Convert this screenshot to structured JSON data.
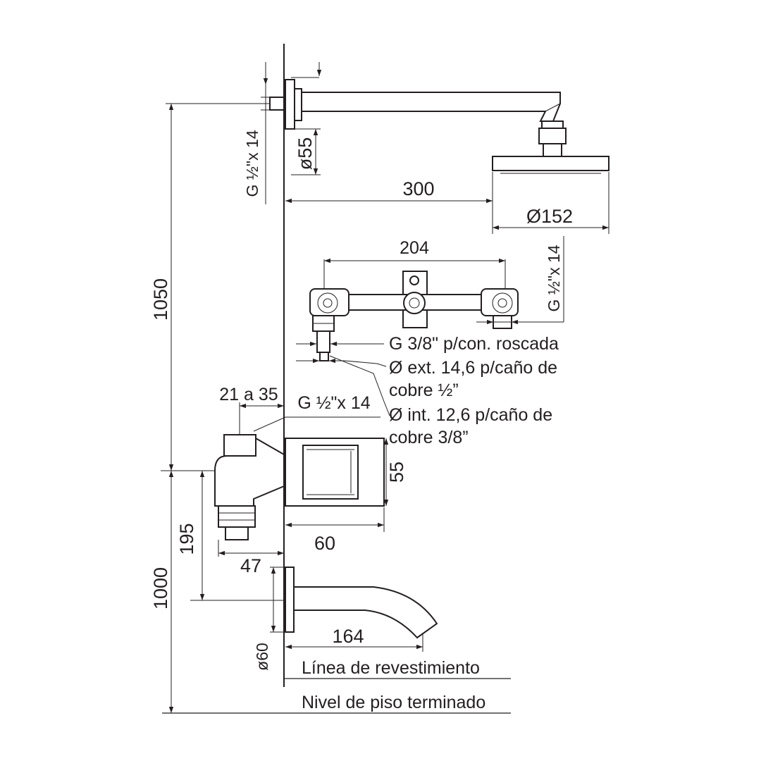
{
  "dimensions": {
    "d300": "300",
    "d152": "Ø152",
    "d55_arm": "ø55",
    "d_g_shower": "G ½\"x 14",
    "d1050": "1050",
    "d204": "204",
    "d_g_valve": "G ½\"x 14",
    "d21a35": "21 a 35",
    "d_g_spout_inlet": "G ½\"x 14",
    "d55_body": "55",
    "d60": "60",
    "d195": "195",
    "d47": "47",
    "d1000": "1000",
    "d164": "164",
    "d60_spout": "ø60"
  },
  "notes": {
    "g38": "G 3/8\" p/con. roscada",
    "ext1": "Ø ext. 14,6 p/caño de",
    "ext2": "cobre ½”",
    "int1": "Ø int. 12,6 p/caño de",
    "int2": "cobre 3/8”"
  },
  "reference_lines": {
    "wall": "Línea de revestimiento",
    "floor": "Nivel de piso terminado"
  }
}
